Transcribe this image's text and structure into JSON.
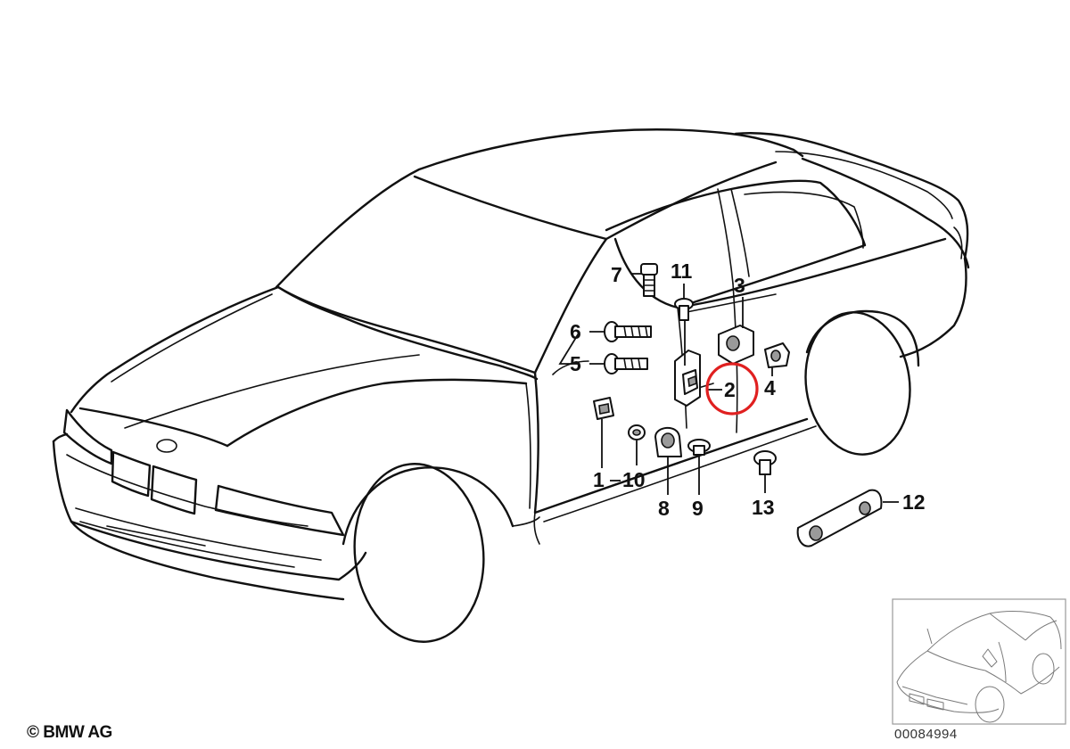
{
  "diagram": {
    "highlight_color": "#e02020",
    "line_color": "#111111",
    "highlighted_part": "2",
    "callouts": [
      {
        "id": "1",
        "label": "1"
      },
      {
        "id": "2",
        "label": "2"
      },
      {
        "id": "3",
        "label": "3"
      },
      {
        "id": "4",
        "label": "4"
      },
      {
        "id": "5",
        "label": "5"
      },
      {
        "id": "6",
        "label": "6"
      },
      {
        "id": "7",
        "label": "7"
      },
      {
        "id": "8",
        "label": "8"
      },
      {
        "id": "9",
        "label": "9"
      },
      {
        "id": "10",
        "label": "10"
      },
      {
        "id": "11",
        "label": "11"
      },
      {
        "id": "12",
        "label": "12"
      },
      {
        "id": "13",
        "label": "13"
      }
    ],
    "icons": [
      "car-outline-icon",
      "thumbnail-car-icon",
      "highlight-circle-icon"
    ]
  },
  "footer": {
    "copyright": "© BMW AG",
    "diagram_number": "00084994"
  }
}
